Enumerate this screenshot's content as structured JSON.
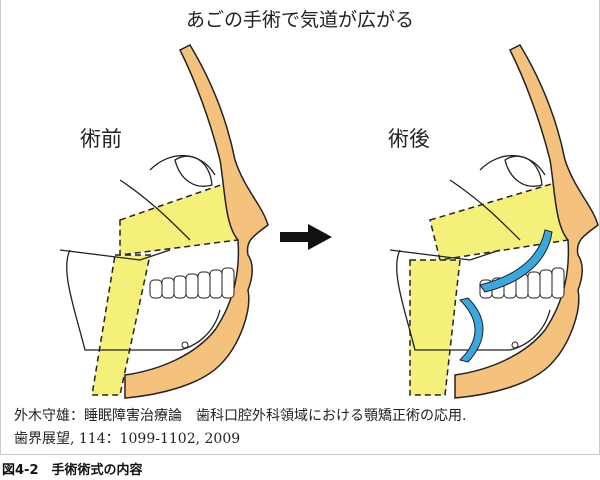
{
  "title": "あごの手術で気道が広がる",
  "panels": {
    "before_label": "術前",
    "after_label": "術後"
  },
  "citation": {
    "line1": "外木守雄：睡眠障害治療論　歯科口腔外科領域における顎矯正術の応用.",
    "line2": "歯界展望, 114：1099-1102, 2009"
  },
  "figure_label": "図4-2　手術術式の内容",
  "colors": {
    "skin": "#f5c27e",
    "airway": "#f5f07a",
    "bone_cut": "#3aa8e0",
    "line": "#222222"
  }
}
